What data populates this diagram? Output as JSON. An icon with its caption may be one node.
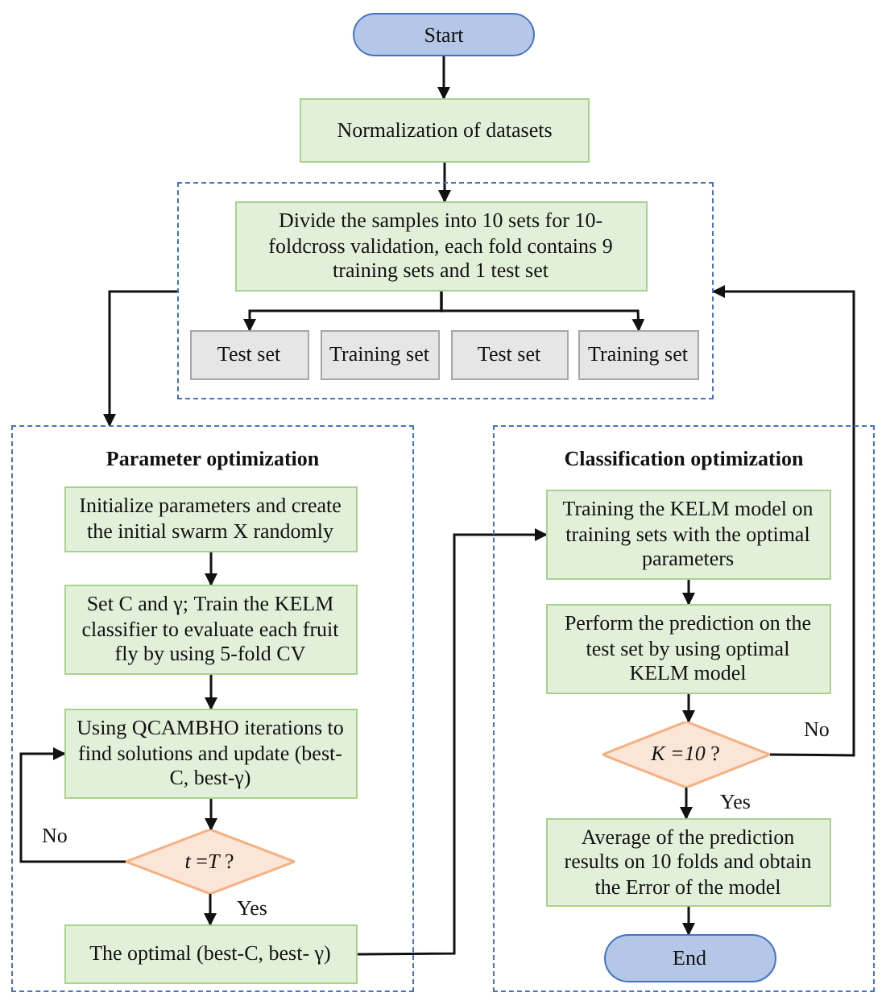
{
  "diagram": {
    "nodes": [
      {
        "text": [
          "Start"
        ]
      },
      {
        "text": [
          "Normalization of datasets"
        ]
      },
      {
        "text": [],
        "shape": "box"
      },
      {
        "text": [
          "Divide the samples into 10 sets for 10-foldcross validation, each fold contains 9 training sets and 1 test set"
        ],
        "in": 2
      },
      {
        "text": [
          "Test set"
        ],
        "in": 2
      },
      {
        "text": [
          "Training set"
        ],
        "in": 2
      },
      {
        "text": [
          "Test set"
        ],
        "in": 2
      },
      {
        "text": [
          "Training set"
        ],
        "in": 2
      },
      {
        "text": [
          "Parameter optimization"
        ]
      },
      {
        "text": [
          "Initialize parameters and create the initial swarm X randomly"
        ],
        "in": 8
      },
      {
        "text": [
          "Set C and γ; Train the KELM classifier to evaluate each fruit fly by using 5-fold CV"
        ],
        "in": 8
      },
      {
        "text": [
          "Using QCAMBHO iterations to find solutions and update (best-C, best-γ)"
        ],
        "in": 8
      },
      {
        "text": [
          "*t* =*T* ?"
        ],
        "in": 8
      },
      {
        "text": [
          "The optimal (best-C, best- γ)"
        ],
        "in": 8
      },
      {
        "text": [
          "Classification optimization"
        ]
      },
      {
        "text": [
          "Training the KELM model on training sets with the optimal parameters"
        ],
        "in": 14
      },
      {
        "text": [
          "Perform the prediction on the test set by using optimal KELM model"
        ],
        "in": 14
      },
      {
        "text": [
          "*K =10* ?"
        ],
        "in": 14
      },
      {
        "text": [
          "Average of the prediction results on 10 folds and obtain the Error of the model"
        ],
        "in": 14
      },
      {
        "text": [
          "End"
        ],
        "in": 14
      }
    ],
    "edges": [
      {
        "from": 0,
        "to": 1,
        "arrow": "to"
      },
      {
        "from": 1,
        "to": 3,
        "arrow": "to"
      },
      {
        "from": 3,
        "to": 4,
        "arrow": "to"
      },
      {
        "from": 3,
        "to": 7,
        "arrow": "to"
      },
      {
        "from": 2,
        "to": 8,
        "arrow": "to"
      },
      {
        "from": 9,
        "to": 10,
        "arrow": "to"
      },
      {
        "from": 10,
        "to": 11,
        "arrow": "to"
      },
      {
        "from": 11,
        "to": 12,
        "arrow": "to"
      },
      {
        "from": 12,
        "to": 11,
        "arrow": "to",
        "label": "No"
      },
      {
        "from": 12,
        "to": 13,
        "arrow": "to",
        "label": "Yes"
      },
      {
        "from": 13,
        "to": 15,
        "arrow": "to"
      },
      {
        "from": 15,
        "to": 16,
        "arrow": "to"
      },
      {
        "from": 16,
        "to": 17,
        "arrow": "to"
      },
      {
        "from": 17,
        "to": 18,
        "arrow": "to",
        "label": "Yes"
      },
      {
        "from": 17,
        "to": 2,
        "arrow": "to",
        "label": "No"
      },
      {
        "from": 18,
        "to": 19,
        "arrow": "to"
      }
    ]
  }
}
